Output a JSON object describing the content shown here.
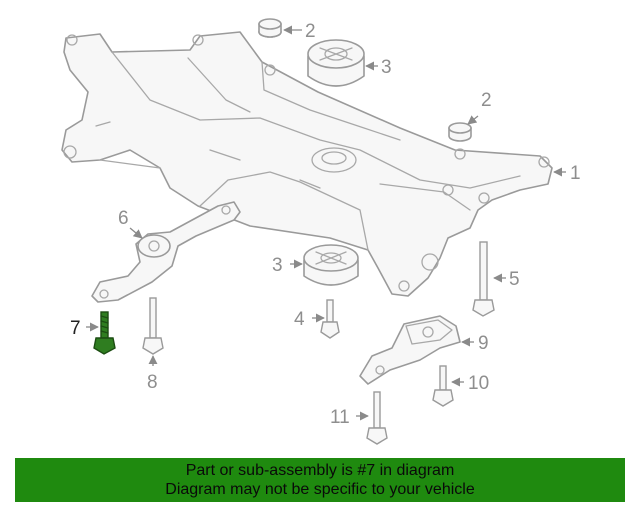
{
  "callouts": [
    "1",
    "2",
    "2",
    "3",
    "3",
    "4",
    "5",
    "6",
    "7",
    "8",
    "9",
    "10",
    "11"
  ],
  "highlighted_callout": "7",
  "banner": {
    "line1": "Part or sub-assembly is #7 in diagram",
    "line2": "Diagram may not be specific to your vehicle"
  },
  "colors": {
    "highlight_part": "#2f7d20",
    "banner_background": "#1f8a0f",
    "line_art": "#9a9a9a"
  }
}
